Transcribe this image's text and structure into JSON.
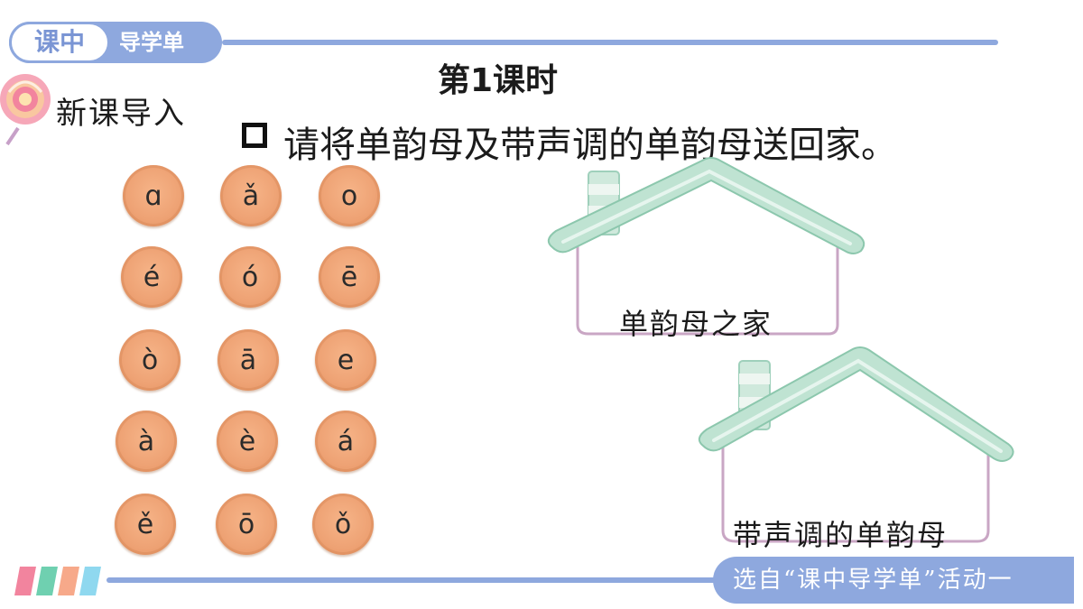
{
  "header": {
    "badge_left": "课中",
    "badge_right": "导学单",
    "lesson_title": "第1课时"
  },
  "section": {
    "title": "新课导入",
    "instruction": "请将单韵母及带声调的单韵母送回家。"
  },
  "tiles": [
    [
      "ɑ",
      "ǎ",
      "o"
    ],
    [
      "é",
      "ó",
      "ē"
    ],
    [
      "ò",
      "ā",
      "e"
    ],
    [
      "à",
      "è",
      "á"
    ],
    [
      "ě",
      "ō",
      "ǒ"
    ]
  ],
  "houses": [
    {
      "label": "单韵母之家"
    },
    {
      "label": "带声调的单韵母"
    }
  ],
  "footer": {
    "source": "选自“课中导学单”活动一"
  },
  "colors": {
    "accent": "#8ea8de",
    "tile": "#eea274",
    "roof": "#bfe3d2",
    "wall": "#c9a6c4"
  }
}
